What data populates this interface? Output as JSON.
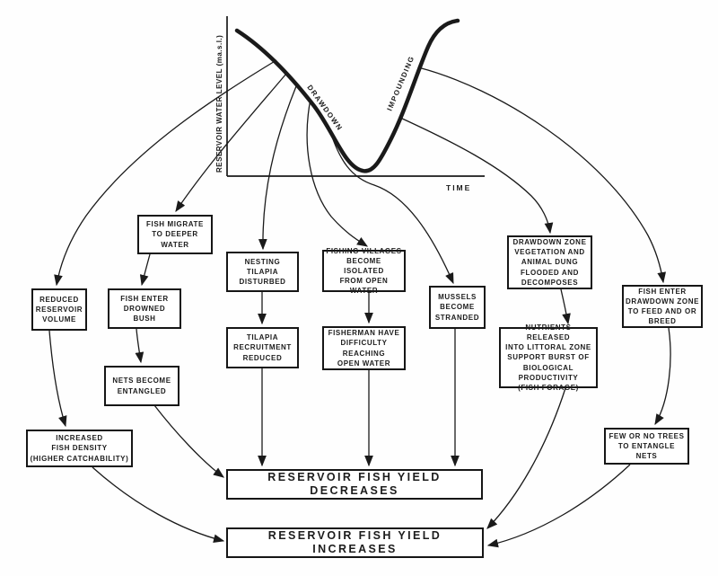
{
  "graph": {
    "y_axis_label": "RESERVOIR WATER LEVEL (ma.s.l.)",
    "x_axis_label": "TIME",
    "drawdown_label": "DRAWDOWN",
    "impounding_label": "IMPOUNDING"
  },
  "nodes": {
    "fish_migrate": "FISH MIGRATE\nTO DEEPER\nWATER",
    "reduced_volume": "REDUCED\nRESERVOIR\nVOLUME",
    "drowned_bush": "FISH ENTER\nDROWNED\nBUSH",
    "nets": "NETS BECOME\nENTANGLED",
    "nesting": "NESTING\nTILAPIA\nDISTURBED",
    "villages": "FISHING VILLAGES\nBECOME ISOLATED\nFROM OPEN WATER",
    "tilapia_recruit": "TILAPIA\nRECRUITMENT\nREDUCED",
    "fisherman": "FISHERMAN HAVE\nDIFFICULTY REACHING\nOPEN WATER",
    "mussels": "MUSSELS\nBECOME\nSTRANDED",
    "drawdown_zone": "DRAWDOWN ZONE\nVEGETATION AND\nANIMAL DUNG\nFLOODED AND\nDECOMPOSES",
    "nutrients": "NUTRIENTS RELEASED\nINTO LITTORAL ZONE\nSUPPORT BURST OF\nBIOLOGICAL\nPRODUCTIVITY\n(FISH FORAGE)",
    "fish_enter_dz": "FISH ENTER\nDRAWDOWN ZONE\nTO FEED AND OR\nBREED",
    "few_trees": "FEW OR NO TREES\nTO ENTANGLE NETS",
    "increased_density": "INCREASED\nFISH DENSITY\n(HIGHER CATCHABILITY)",
    "yield_decreases": "RESERVOIR FISH YIELD DECREASES",
    "yield_increases": "RESERVOIR FISH YIELD INCREASES"
  },
  "colors": {
    "ink": "#1a1a1a",
    "paper": "#ffffff"
  }
}
